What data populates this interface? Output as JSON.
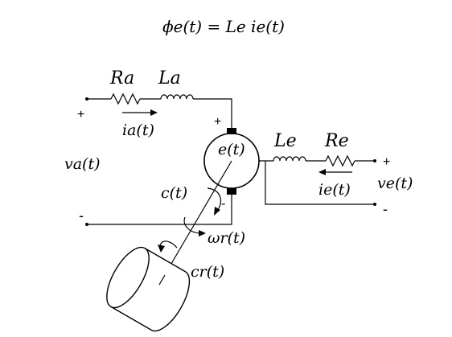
{
  "equation": "ϕe(t) = Le ie(t)",
  "armature": {
    "resistor_label": "Ra",
    "inductor_label": "La",
    "current_label": "ia(t)",
    "voltage_label": "va(t)",
    "plus": "+",
    "minus": "-"
  },
  "motor": {
    "emf_label": "e(t)",
    "plus": "+",
    "minus": "-",
    "torque_label": "c(t)",
    "speed_label": "ωr(t)",
    "load_torque_label": "cr(t)"
  },
  "excitation": {
    "inductor_label": "Le",
    "resistor_label": "Re",
    "current_label": "ie(t)",
    "voltage_label": "ve(t)",
    "plus": "+",
    "minus": "-"
  }
}
